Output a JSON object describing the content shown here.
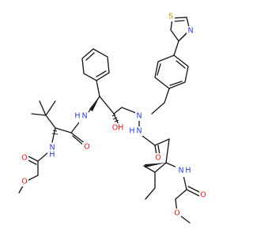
{
  "colors": {
    "bond": "#1a1a1a",
    "N": "#2a3fd6",
    "O": "#e01818",
    "S": "#b8a000",
    "background": "#ffffff"
  },
  "atoms": {
    "s_thiazole": "S",
    "n_thiazole": "N",
    "n_hydrazine_1": "N",
    "n_hydrazine_2": "N",
    "h_hydrazine": "H",
    "nh_left_n": "N",
    "nh_left_h": "H",
    "nh_right_n": "N",
    "nh_right_h": "H",
    "nh_bottom_n": "N",
    "nh_bottom_h": "H",
    "o_hydroxyl": "OH",
    "o_amide_left": "O",
    "o_amide_right": "O",
    "o_carbamate_left_eq": "O",
    "o_carbamate_left_ester": "O",
    "o_carbamate_right_eq": "O",
    "o_carbamate_right_ester": "O"
  }
}
